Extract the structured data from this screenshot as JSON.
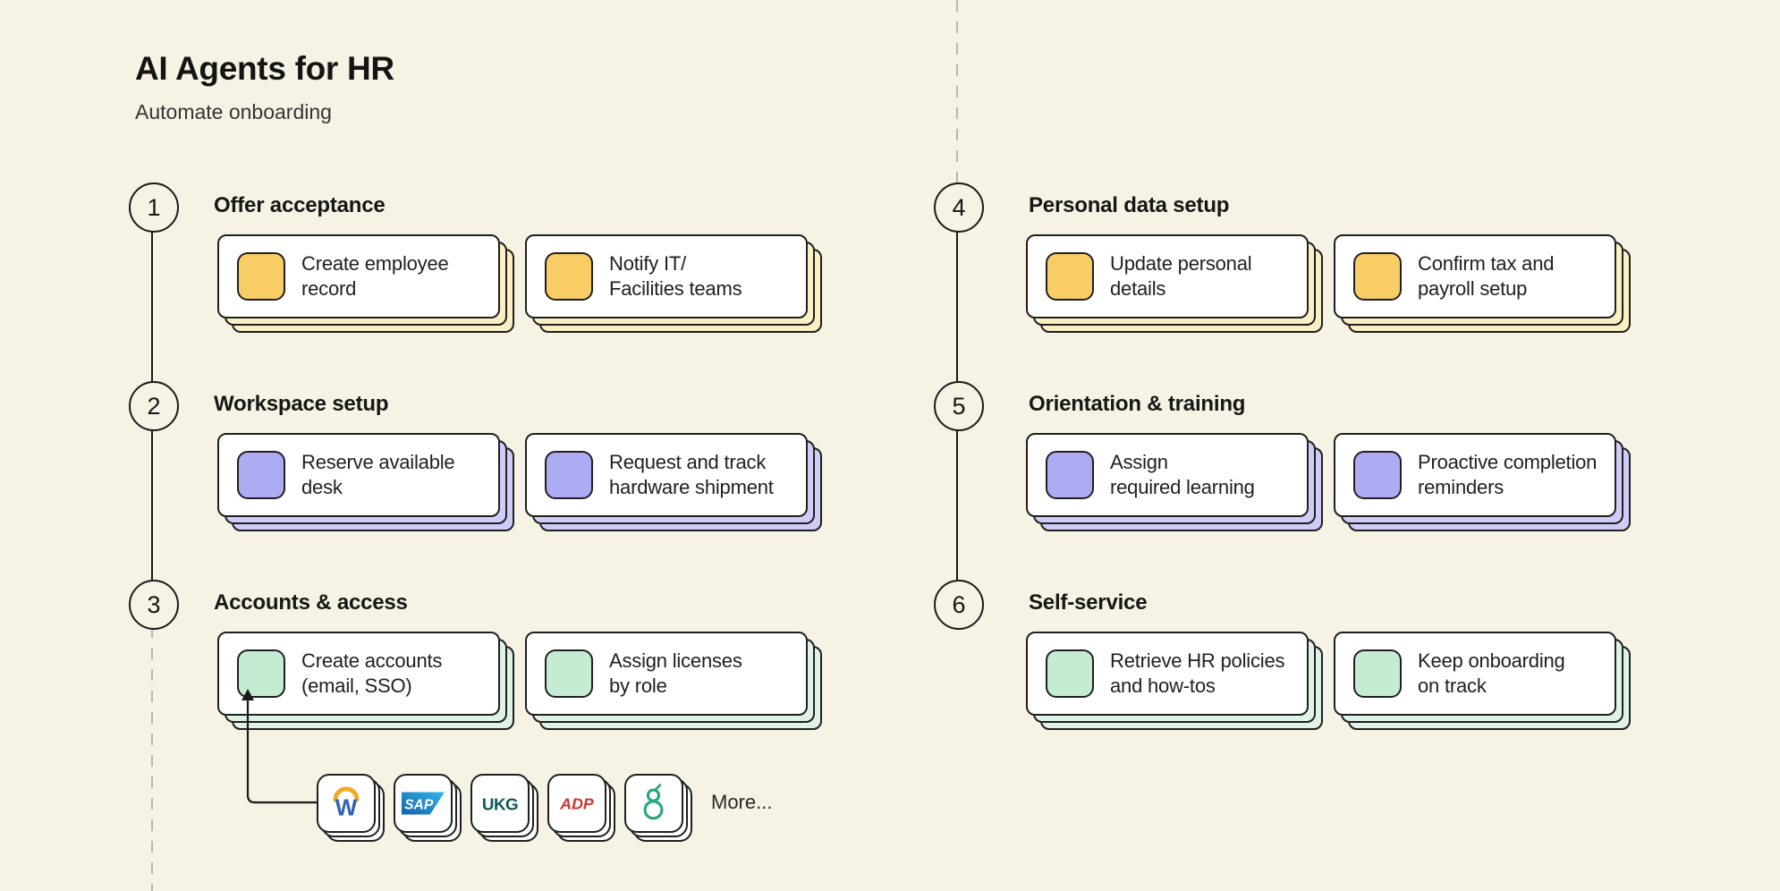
{
  "header": {
    "title": "AI Agents for HR",
    "subtitle": "Automate onboarding"
  },
  "steps": [
    {
      "number": "1",
      "title": "Offer acceptance",
      "palette": "yellow",
      "cards": [
        "Create employee\nrecord",
        "Notify IT/\nFacilities teams"
      ]
    },
    {
      "number": "2",
      "title": "Workspace setup",
      "palette": "purple",
      "cards": [
        "Reserve available\ndesk",
        "Request and track\nhardware shipment"
      ]
    },
    {
      "number": "3",
      "title": "Accounts & access",
      "palette": "green",
      "cards": [
        "Create accounts\n(email, SSO)",
        "Assign licenses\nby role"
      ]
    },
    {
      "number": "4",
      "title": "Personal data setup",
      "palette": "yellow",
      "cards": [
        "Update personal\ndetails",
        "Confirm tax and\npayroll setup"
      ]
    },
    {
      "number": "5",
      "title": "Orientation & training",
      "palette": "purple",
      "cards": [
        "Assign\nrequired learning",
        "Proactive completion\nreminders"
      ]
    },
    {
      "number": "6",
      "title": "Self-service",
      "palette": "green",
      "cards": [
        "Retrieve HR policies\nand how-tos",
        "Keep onboarding\non track"
      ]
    }
  ],
  "integrations": {
    "logos": [
      "Workday",
      "SAP",
      "UKG",
      "ADP",
      "Greenhouse"
    ],
    "more_label": "More..."
  },
  "logo_glyphs": {
    "workday": "W",
    "sap": "SAP",
    "ukg": "UKG",
    "adp": "ADP"
  },
  "colors": {
    "background": "#f6f3e4",
    "card_border": "#1f1f1f",
    "yellow_icon": "#f8cd65",
    "yellow_stack": "#fbf0c4",
    "purple_icon": "#adabf2",
    "purple_stack": "#cfcdf8",
    "green_icon": "#c5ecd3",
    "green_stack": "#def3e6",
    "dashed_line": "#b9b6ab",
    "solid_line": "#1a1a1a",
    "workday_blue": "#2e62b6",
    "workday_orange": "#f5a623",
    "sap_blue_dark": "#1064ae",
    "sap_blue_light": "#35b4e9",
    "ukg_teal": "#0b5a57",
    "adp_red": "#d0372e",
    "greenhouse_green": "#2aa67e"
  }
}
